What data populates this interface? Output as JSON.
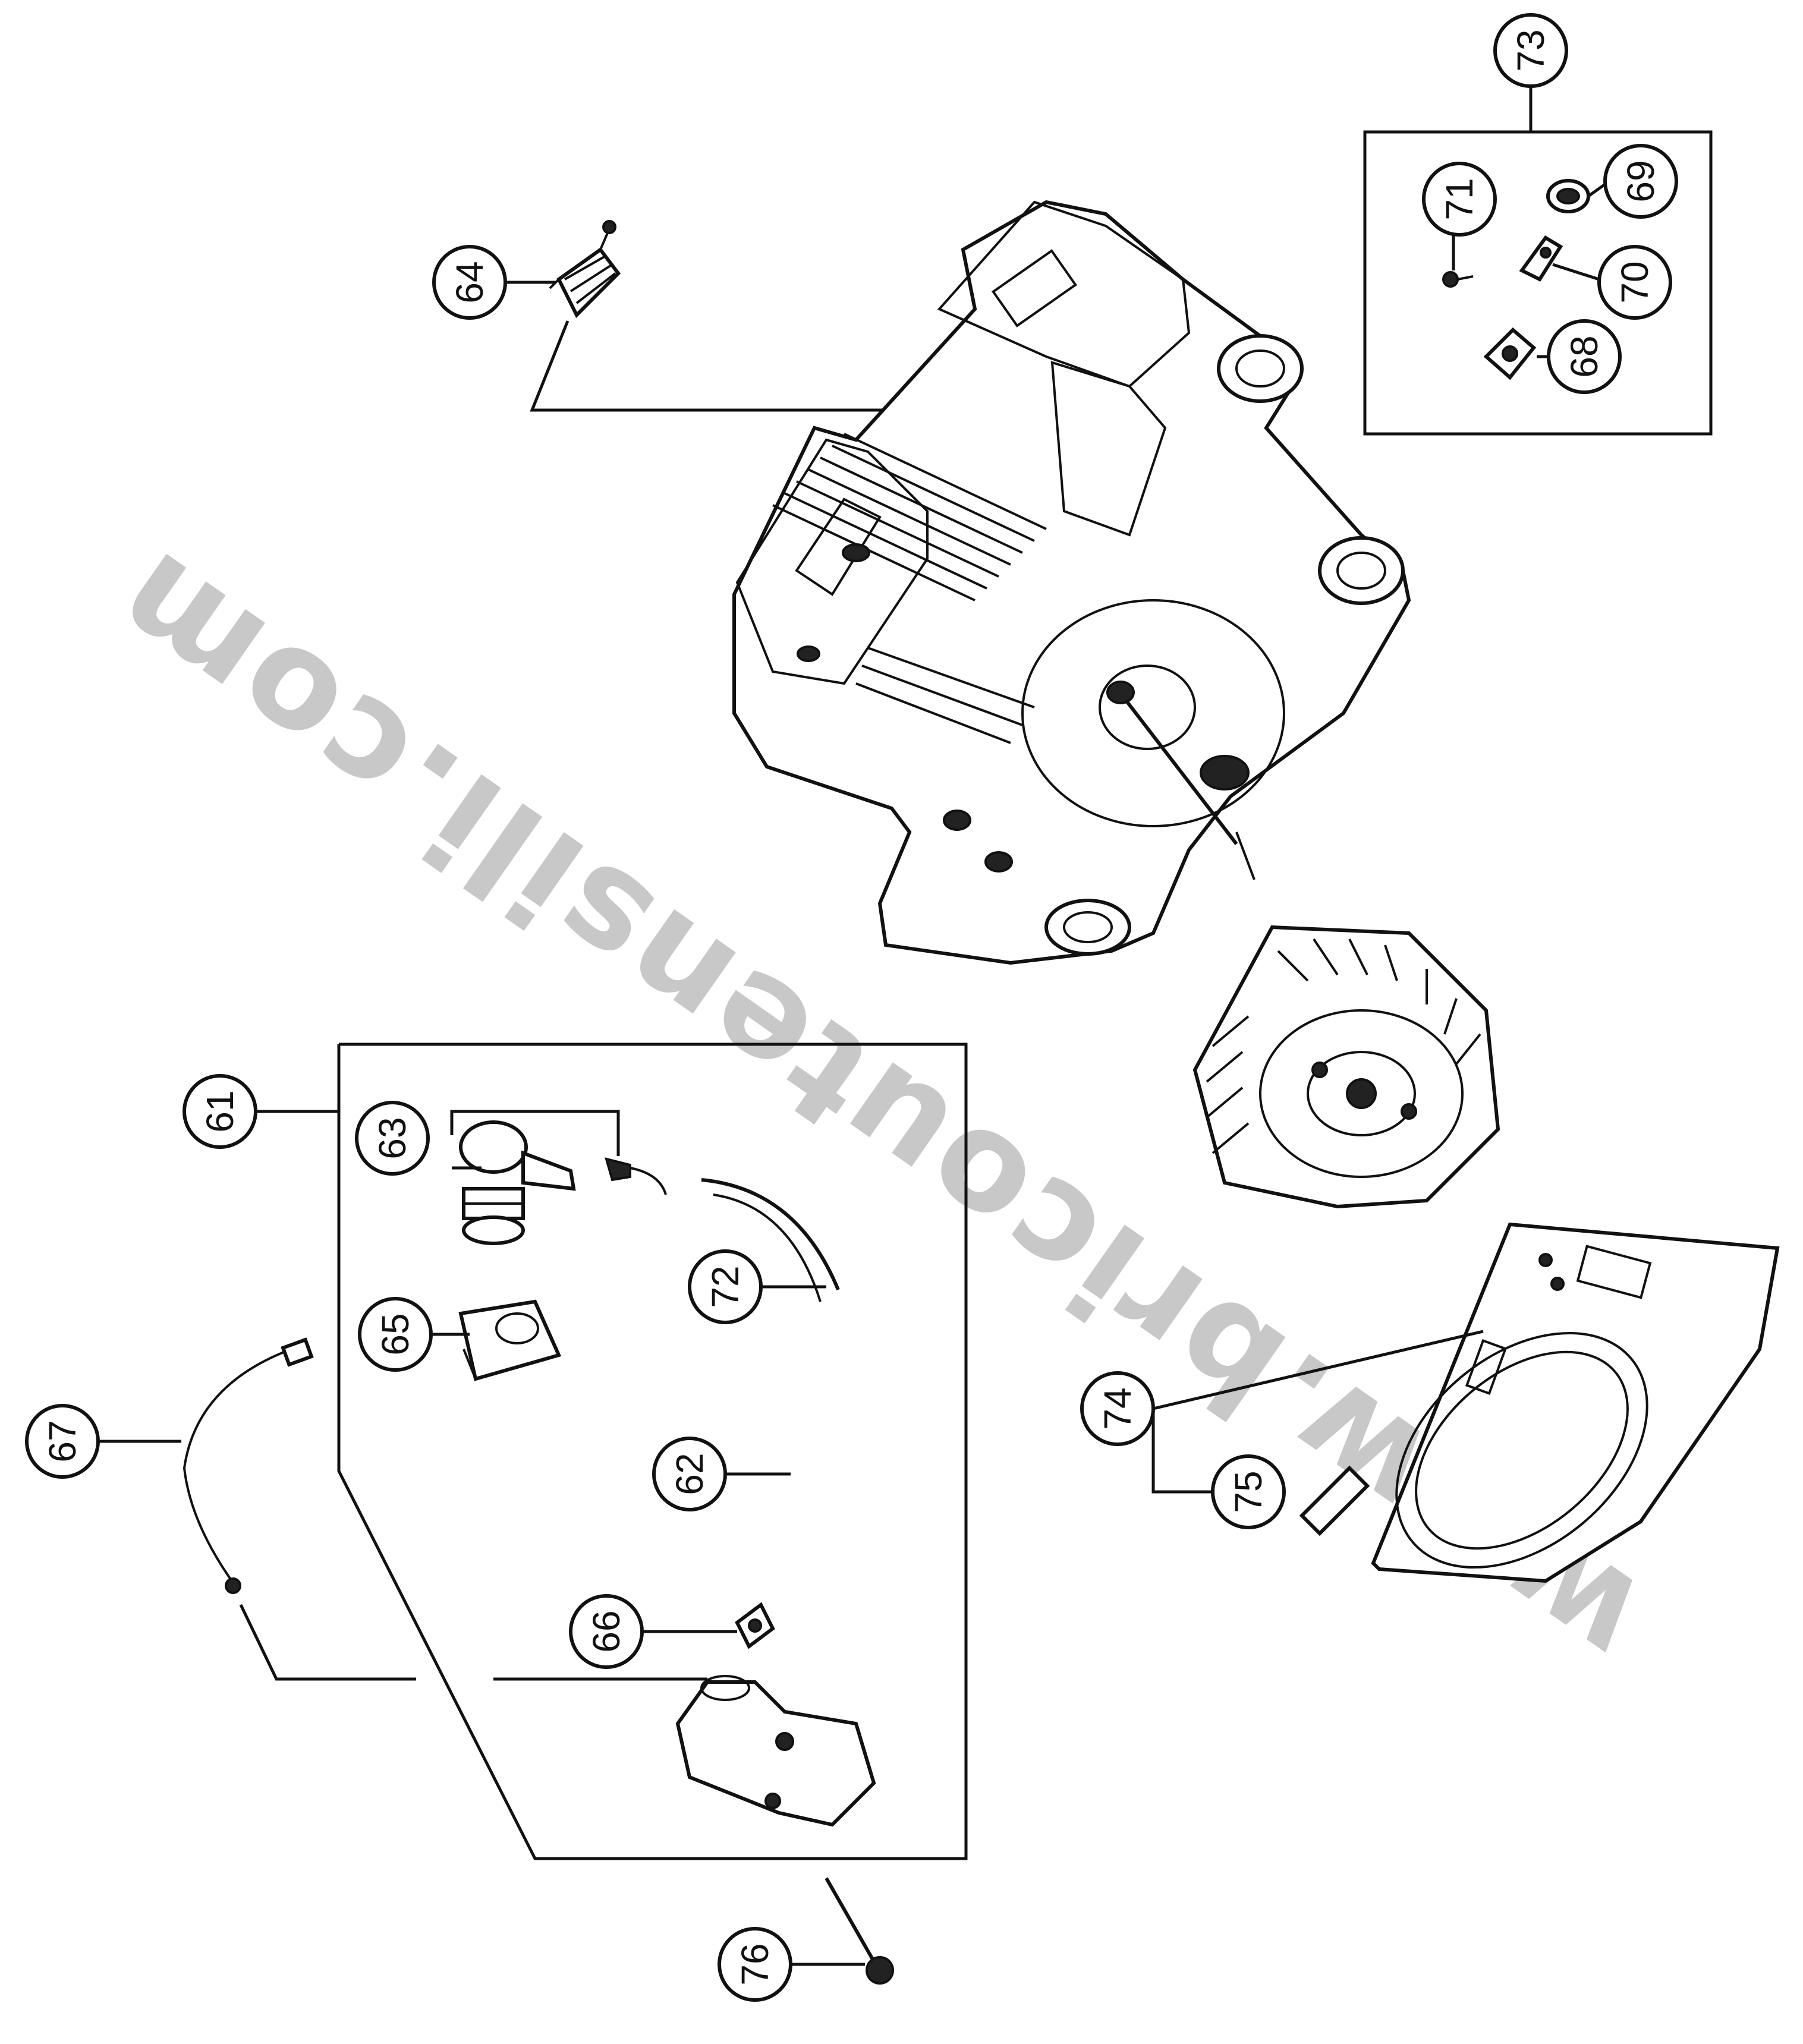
{
  "watermark": "www.bricoutensili.com",
  "callouts": {
    "c61": "61",
    "c62": "62",
    "c63": "63",
    "c64": "64",
    "c65": "65",
    "c66": "66",
    "c67": "67",
    "c68": "68",
    "c69": "69",
    "c70": "70",
    "c71": "71",
    "c72": "72",
    "c73": "73",
    "c74": "74",
    "c75": "75",
    "c76": "76"
  }
}
